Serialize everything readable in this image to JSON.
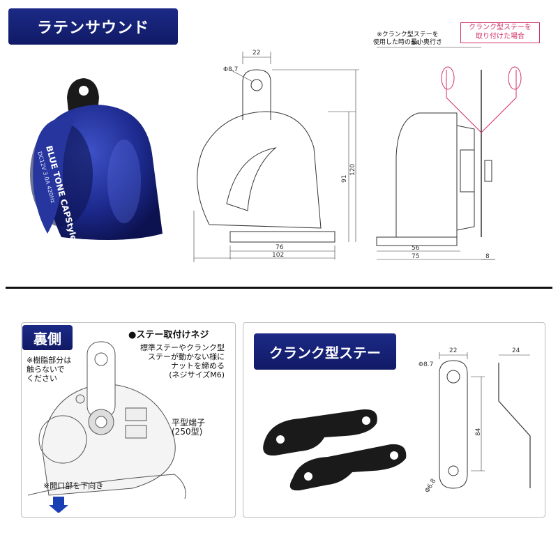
{
  "top": {
    "title": "ラテンサウンド",
    "product_label": "BLUE TONE CAPStyle",
    "product_sub": "DC12V 3.0A 420Hz",
    "note_min_depth": "※クランク型ステーを\n使用した時の最小奥行き",
    "note_crank_attached": "クランク型ステーを\n取り付けた場合",
    "dims_front": {
      "d_hole": "Φ8.7",
      "w_tab": "22",
      "h_inner": "91",
      "h_total": "120",
      "w_body": "76",
      "w_total": "102"
    },
    "dims_side": {
      "depth_min": "54",
      "w_base": "56",
      "w_total": "75",
      "w_stay": "8"
    }
  },
  "back_panel": {
    "tag": "裏側",
    "note_resin": "※樹脂部分は\n触らないで\nください",
    "heading_screw": "●ステー取付けネジ",
    "note_screw": "標準ステーやクランク型\nステーが動かない様に\nナットを締める\n(ネジサイズM6)",
    "note_terminal": "平型端子\n(250型)",
    "note_opening": "※開口部を下向き"
  },
  "crank_panel": {
    "tag": "クランク型ステー",
    "dims": {
      "w": "22",
      "d_top": "Φ8.7",
      "length": "84",
      "d_bottom": "Φ6.8",
      "offset": "24"
    }
  },
  "colors": {
    "navy": "#101a66",
    "horn_blue": "#1d2a8e",
    "pink": "#d2306a",
    "arrow_blue": "#1a3fb4"
  }
}
